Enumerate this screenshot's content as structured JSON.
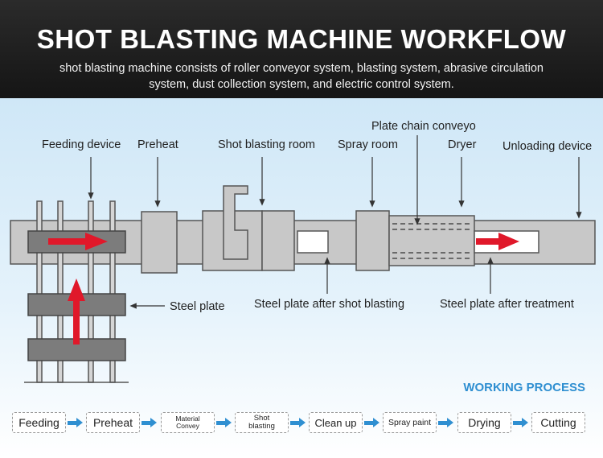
{
  "header": {
    "title": "SHOT BLASTING MACHINE WORKFLOW",
    "subtitle": "shot blasting machine consists of roller conveyor system, blasting system, abrasive circulation system, dust collection system, and electric control system."
  },
  "diagram": {
    "labels": {
      "feeding_device": "Feeding device",
      "preheat": "Preheat",
      "shot_blasting_room": "Shot blasting room",
      "spray_room": "Spray room",
      "plate_chain_conveyor": "Plate chain conveyo",
      "dryer": "Dryer",
      "unloading_device": "Unloading device",
      "steel_plate": "Steel plate",
      "steel_plate_after_blasting": "Steel plate after shot blasting",
      "steel_plate_after_treatment": "Steel plate after treatment"
    },
    "colors": {
      "machine_fill": "#c8c8c8",
      "machine_stroke": "#555555",
      "plate_fill": "#7c7c7c",
      "arrow": "#e0182a",
      "accent": "#2f8fd1"
    }
  },
  "process": {
    "heading": "WORKING PROCESS",
    "steps": [
      "Feeding",
      "Preheat",
      "Material Convey",
      "Shot blasting",
      "Clean up",
      "Spray paint",
      "Drying",
      "Cutting"
    ]
  }
}
